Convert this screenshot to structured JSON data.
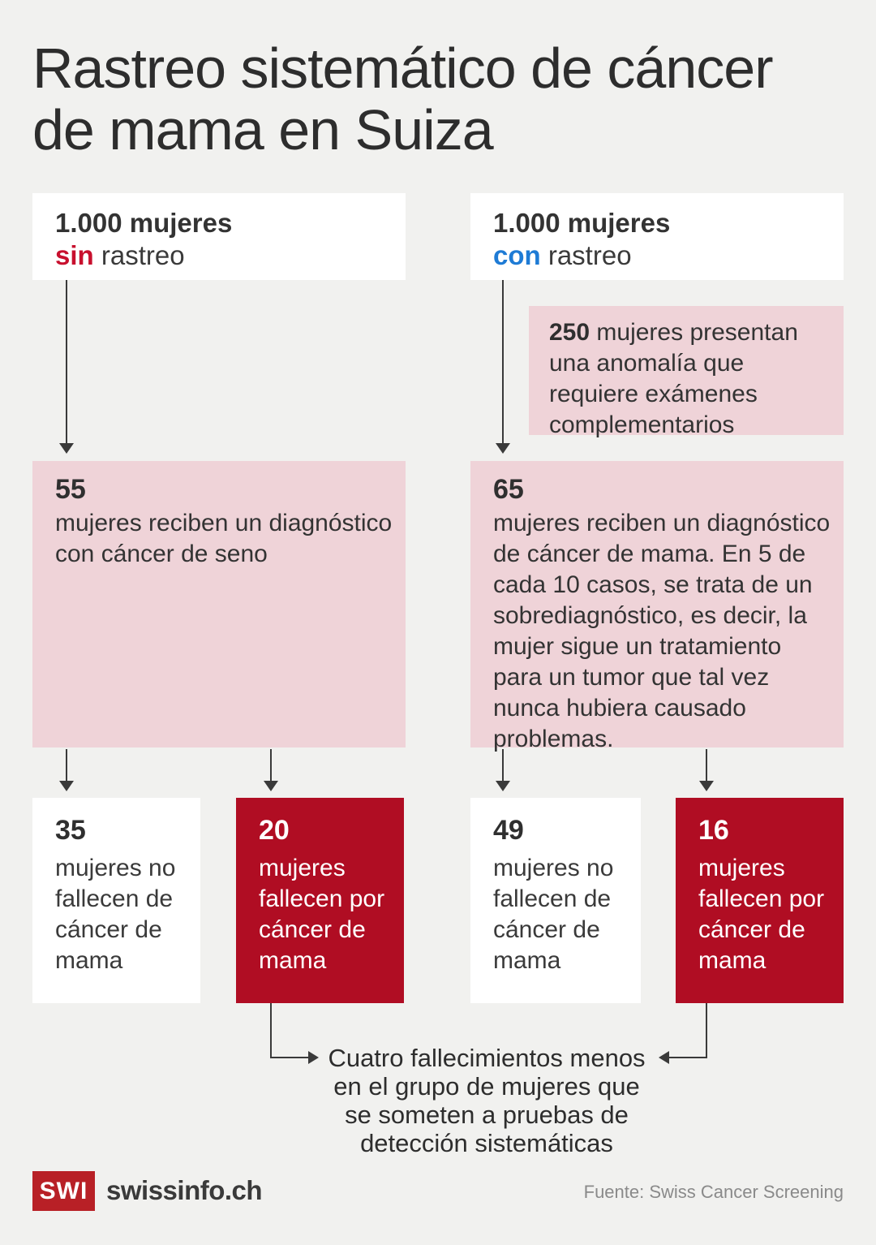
{
  "title": {
    "lines": [
      "Rastreo sistemático de cáncer",
      "de mama en Suiza"
    ]
  },
  "colors": {
    "background": "#f1f1ef",
    "box_white": "#ffffff",
    "box_pink": "#efd3d8",
    "box_red": "#b00d23",
    "accent_sin_red": "#c8102e",
    "accent_con_blue": "#1e7bd5",
    "arrow_dark": "#3a3a3a",
    "logo_red": "#b82026",
    "source_gray": "#8a8a8a"
  },
  "groups": {
    "sin": {
      "population": {
        "heading": "1.000 mujeres",
        "highlight": "sin",
        "suffix": " rastreo"
      },
      "diagnosis": {
        "number": "55",
        "text": "mujeres reciben un diagnóstico con cáncer de seno"
      },
      "survive": {
        "number": "35",
        "text": "mujeres no fallecen de cáncer de mama"
      },
      "die": {
        "number": "20",
        "text": "mujeres fallecen por cáncer de mama"
      }
    },
    "con": {
      "population": {
        "heading": "1.000 mujeres",
        "highlight": "con",
        "suffix": " rastreo"
      },
      "anomaly": {
        "number": "250",
        "text": "mujeres presentan una anomalía que requiere exámenes complementarios"
      },
      "diagnosis": {
        "number": "65",
        "text": "mujeres reciben un diagnóstico de cáncer de mama.  En 5 de cada 10 casos, se trata de un sobrediagnóstico, es decir, la mujer sigue un tratamiento para un tumor que tal vez nunca hubiera causado problemas."
      },
      "survive": {
        "number": "49",
        "text": "mujeres no fallecen de cáncer de mama"
      },
      "die": {
        "number": "16",
        "text": "mujeres fallecen por cáncer de mama"
      }
    }
  },
  "conclusion": {
    "lines": [
      "Cuatro fallecimientos menos",
      "en el grupo de mujeres que",
      "se someten a pruebas de",
      "detección sistemáticas"
    ]
  },
  "footer": {
    "logo_text": "SWI",
    "brand": "swissinfo.ch",
    "source": "Fuente: Swiss Cancer Screening"
  }
}
